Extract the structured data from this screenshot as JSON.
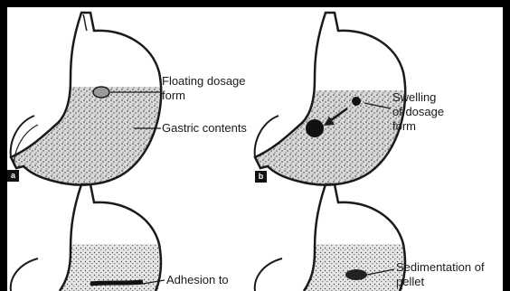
{
  "colors": {
    "frame": "#000000",
    "panel": "#ffffff",
    "ink": "#1a1a1a",
    "contents_fill": "#d9d9d9",
    "speckle": "#3a3a3a"
  },
  "panels": {
    "a": {
      "badge": "a",
      "labels": {
        "floating": "Floating dosage\nform",
        "contents": "Gastric contents"
      }
    },
    "b": {
      "badge": "b",
      "labels": {
        "swelling": "Swelling\nof dosage\nform"
      }
    },
    "c": {
      "labels": {
        "adhesion": "Adhesion to"
      }
    },
    "d": {
      "labels": {
        "sedimentation": "Sedimentation of\npellet"
      }
    }
  }
}
